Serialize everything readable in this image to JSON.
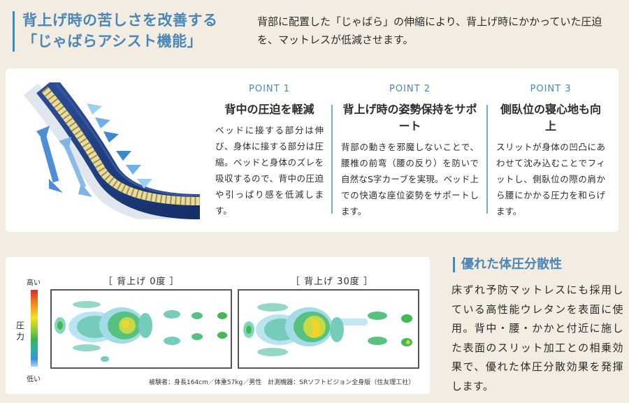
{
  "header": {
    "title_line1": "背上げ時の苦しさを改善する",
    "title_line2": "「じゃばらアシスト機能」",
    "description": "背部に配置した「じゃばら」の伸縮により、背上げ時にかかっていた圧迫を、マットレスが低減させます。"
  },
  "points": [
    {
      "label": "POINT 1",
      "title": "背中の圧迫を軽減",
      "body": "ベッドに接する部分は伸び、身体に接する部分は圧縮。ベッドと身体のズレを吸収するので、背中の圧迫や引っぱり感を低減します。"
    },
    {
      "label": "POINT 2",
      "title": "背上げ時の姿勢保持をサポート",
      "body": "背部の動きを邪魔しないことで、腰椎の前弯（腰の反り）を防いで自然なS字カーブを実現。ベッド上での快適な座位姿勢をサポートします。"
    },
    {
      "label": "POINT 3",
      "title": "側臥位の寝心地も向上",
      "body": "スリットが身体の凹凸にあわせて沈み込むことでフィットし、側臥位の際の肩から腰にかかる圧力を和らげます。"
    }
  ],
  "pressure": {
    "scale_high": "高い",
    "scale_low": "低い",
    "scale_label": "圧力",
    "map_left_title": "［ 背上げ 0度 ］",
    "map_right_title": "［ 背上げ 30度 ］",
    "caption": "被験者：身長164cm／体重57kg／男性　計測機器：SRソフトビジョン全身版（住友理工社）"
  },
  "side": {
    "title": "優れた体圧分散性",
    "body": "床ずれ予防マットレスにも採用している高性能ウレタンを表面に使用。背中・腰・かかと付近に施した表面のスリット加工との相乗効果で、優れた体圧分散効果を発揮します。"
  },
  "colors": {
    "accent": "#4a86b8",
    "background": "#f3ece0",
    "panel": "#ffffff",
    "mattress_navy": "#1d3a7a",
    "mattress_core": "#e8dca0"
  }
}
